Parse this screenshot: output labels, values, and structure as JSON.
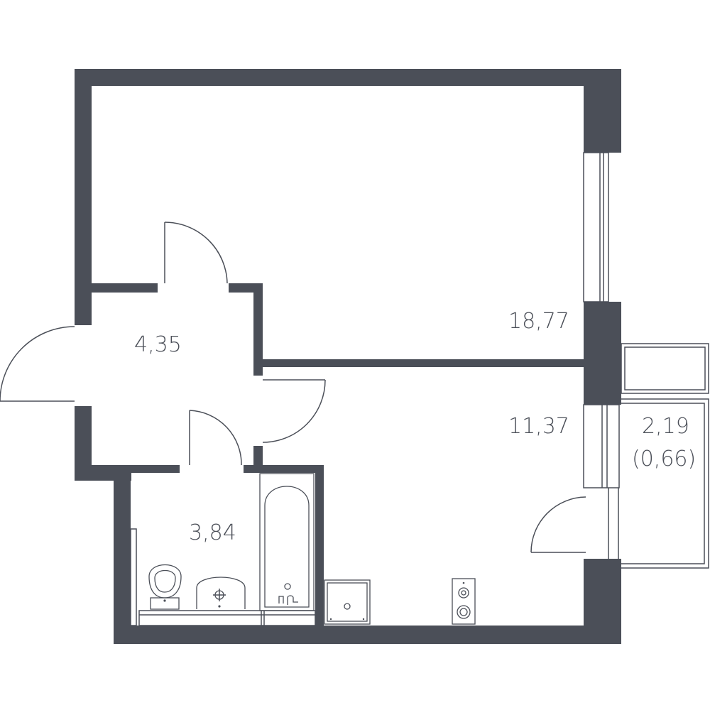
{
  "floorplan": {
    "colors": {
      "wall": "#4b4f58",
      "background": "#ffffff"
    },
    "rooms": [
      {
        "id": "living-room",
        "area": "18,77"
      },
      {
        "id": "kitchen",
        "area": "11,37"
      },
      {
        "id": "hallway",
        "area": "4,35"
      },
      {
        "id": "bathroom",
        "area": "3,84"
      },
      {
        "id": "balcony",
        "area": "2,19",
        "reduced_area": "(0,66)"
      }
    ],
    "icons": [
      "toilet-icon",
      "sink-icon",
      "bathtub-icon",
      "stove-icon",
      "washing-machine-icon",
      "window-icon",
      "door-swing-icon"
    ]
  }
}
